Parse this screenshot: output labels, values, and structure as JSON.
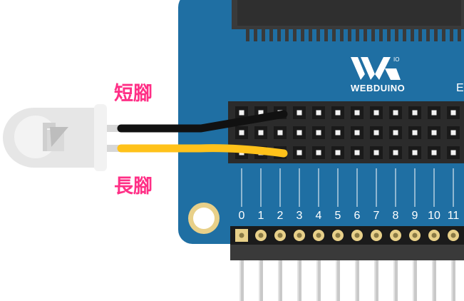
{
  "labels": {
    "short_leg": "短腳",
    "long_leg": "長腳"
  },
  "board": {
    "brand": "WEBDUINO",
    "brand_superscript": "IO",
    "edge_letter": "E",
    "pin_labels": [
      "0",
      "1",
      "2",
      "3",
      "4",
      "5",
      "6",
      "7",
      "8",
      "9",
      "10",
      "11"
    ]
  },
  "colors": {
    "board": "#1f6fa3",
    "breadboard": "#2b2b2b",
    "short_wire": "#111111",
    "long_wire": "#ffc21a",
    "label": "#ff2f86",
    "pad": "#e8d089"
  },
  "icons": [
    "led-icon",
    "webduino-logo-icon"
  ]
}
